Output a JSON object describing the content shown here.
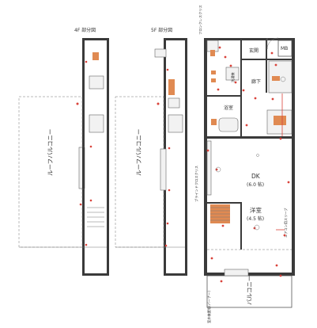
{
  "plans": {
    "left": {
      "floor_title": "4F 部分図",
      "balcony_label": "ルーフバルコニー"
    },
    "middle": {
      "floor_title": "5F 部分図",
      "balcony_label": "ルーフバルコニー"
    },
    "main": {
      "genkan": "玄関",
      "mb": "MB",
      "roka": "廊下",
      "yokushitsu": "浴室",
      "sentakuki": "洗濯機",
      "dk": "DK",
      "dk_size": "(6.0 帖)",
      "yoshitsu": "洋室",
      "yoshitsu_size": "(4.5 帖)",
      "balcony": "バルコニー",
      "fixed_glass_top": "フロンクレスクリス",
      "fixed_glass_side": "ブラインドクロスクリス",
      "aircon_sleeve": "エアコン用スリーブ",
      "outdoor_unit": "室外機置場(バーナー)"
    }
  },
  "colors": {
    "wall": "#3a3a3a",
    "accent_red": "#d9423a",
    "accent_orange": "#e08a52"
  }
}
